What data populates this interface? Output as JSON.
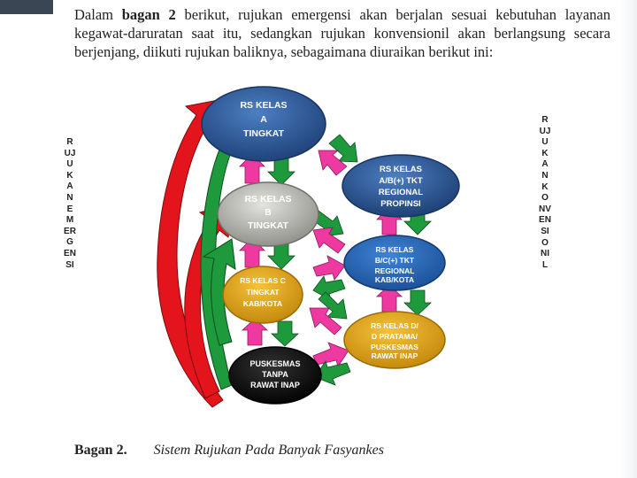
{
  "paragraph": {
    "t1": "Dalam ",
    "t2": "bagan 2",
    "t3": " berikut, rujukan emergensi akan berjalan sesuai kebutuhan layanan kegawat-daruratan saat itu, sedangkan rujukan konvensionil akan berlangsung secara berjenjang, diikuti rujukan baliknya, sebagaimana diuraikan berikut ini:"
  },
  "left_label": "RUJUKAN EMERGENSI",
  "right_label": "RUJUKAN KONVENSIONIL",
  "nodes": {
    "a": {
      "l1": "RS KELAS",
      "l2": "A",
      "l3": "TINGKAT",
      "color": "#2f5e9c"
    },
    "b": {
      "l1": "RS KELAS",
      "l2": "B",
      "l3": "TINGKAT",
      "color": "#b9b9b3"
    },
    "c": {
      "l1": "RS KELAS C",
      "l2": "TINGKAT",
      "l3": "KAB/KOTA",
      "color": "#e1a316"
    },
    "p": {
      "l1": "PUSKESMAS",
      "l2": "TANPA",
      "l3": "RAWAT INAP",
      "color": "#111111"
    },
    "ab": {
      "l1": "RS KELAS",
      "l2": "A/B(+) TKT",
      "l3": "REGIONAL",
      "l4": "PROPINSI",
      "color": "#2f5e9c"
    },
    "bc": {
      "l1": "RS KELAS",
      "l2": "B/C(+) TKT",
      "l3": "REGIONAL",
      "l4": "KAB/KOTA",
      "color": "#2666b8"
    },
    "d": {
      "l1": "RS KELAS D/",
      "l2": "D PRATAMA/",
      "l3": "PUSKESMAS",
      "l4": "RAWAT INAP",
      "color": "#e1a316"
    }
  },
  "colors": {
    "red": "#e3141b",
    "green": "#1e9a3c",
    "pink": "#ee3aa0"
  },
  "caption": {
    "label": "Bagan 2.",
    "title": "Sistem Rujukan Pada Banyak Fasyankes"
  }
}
